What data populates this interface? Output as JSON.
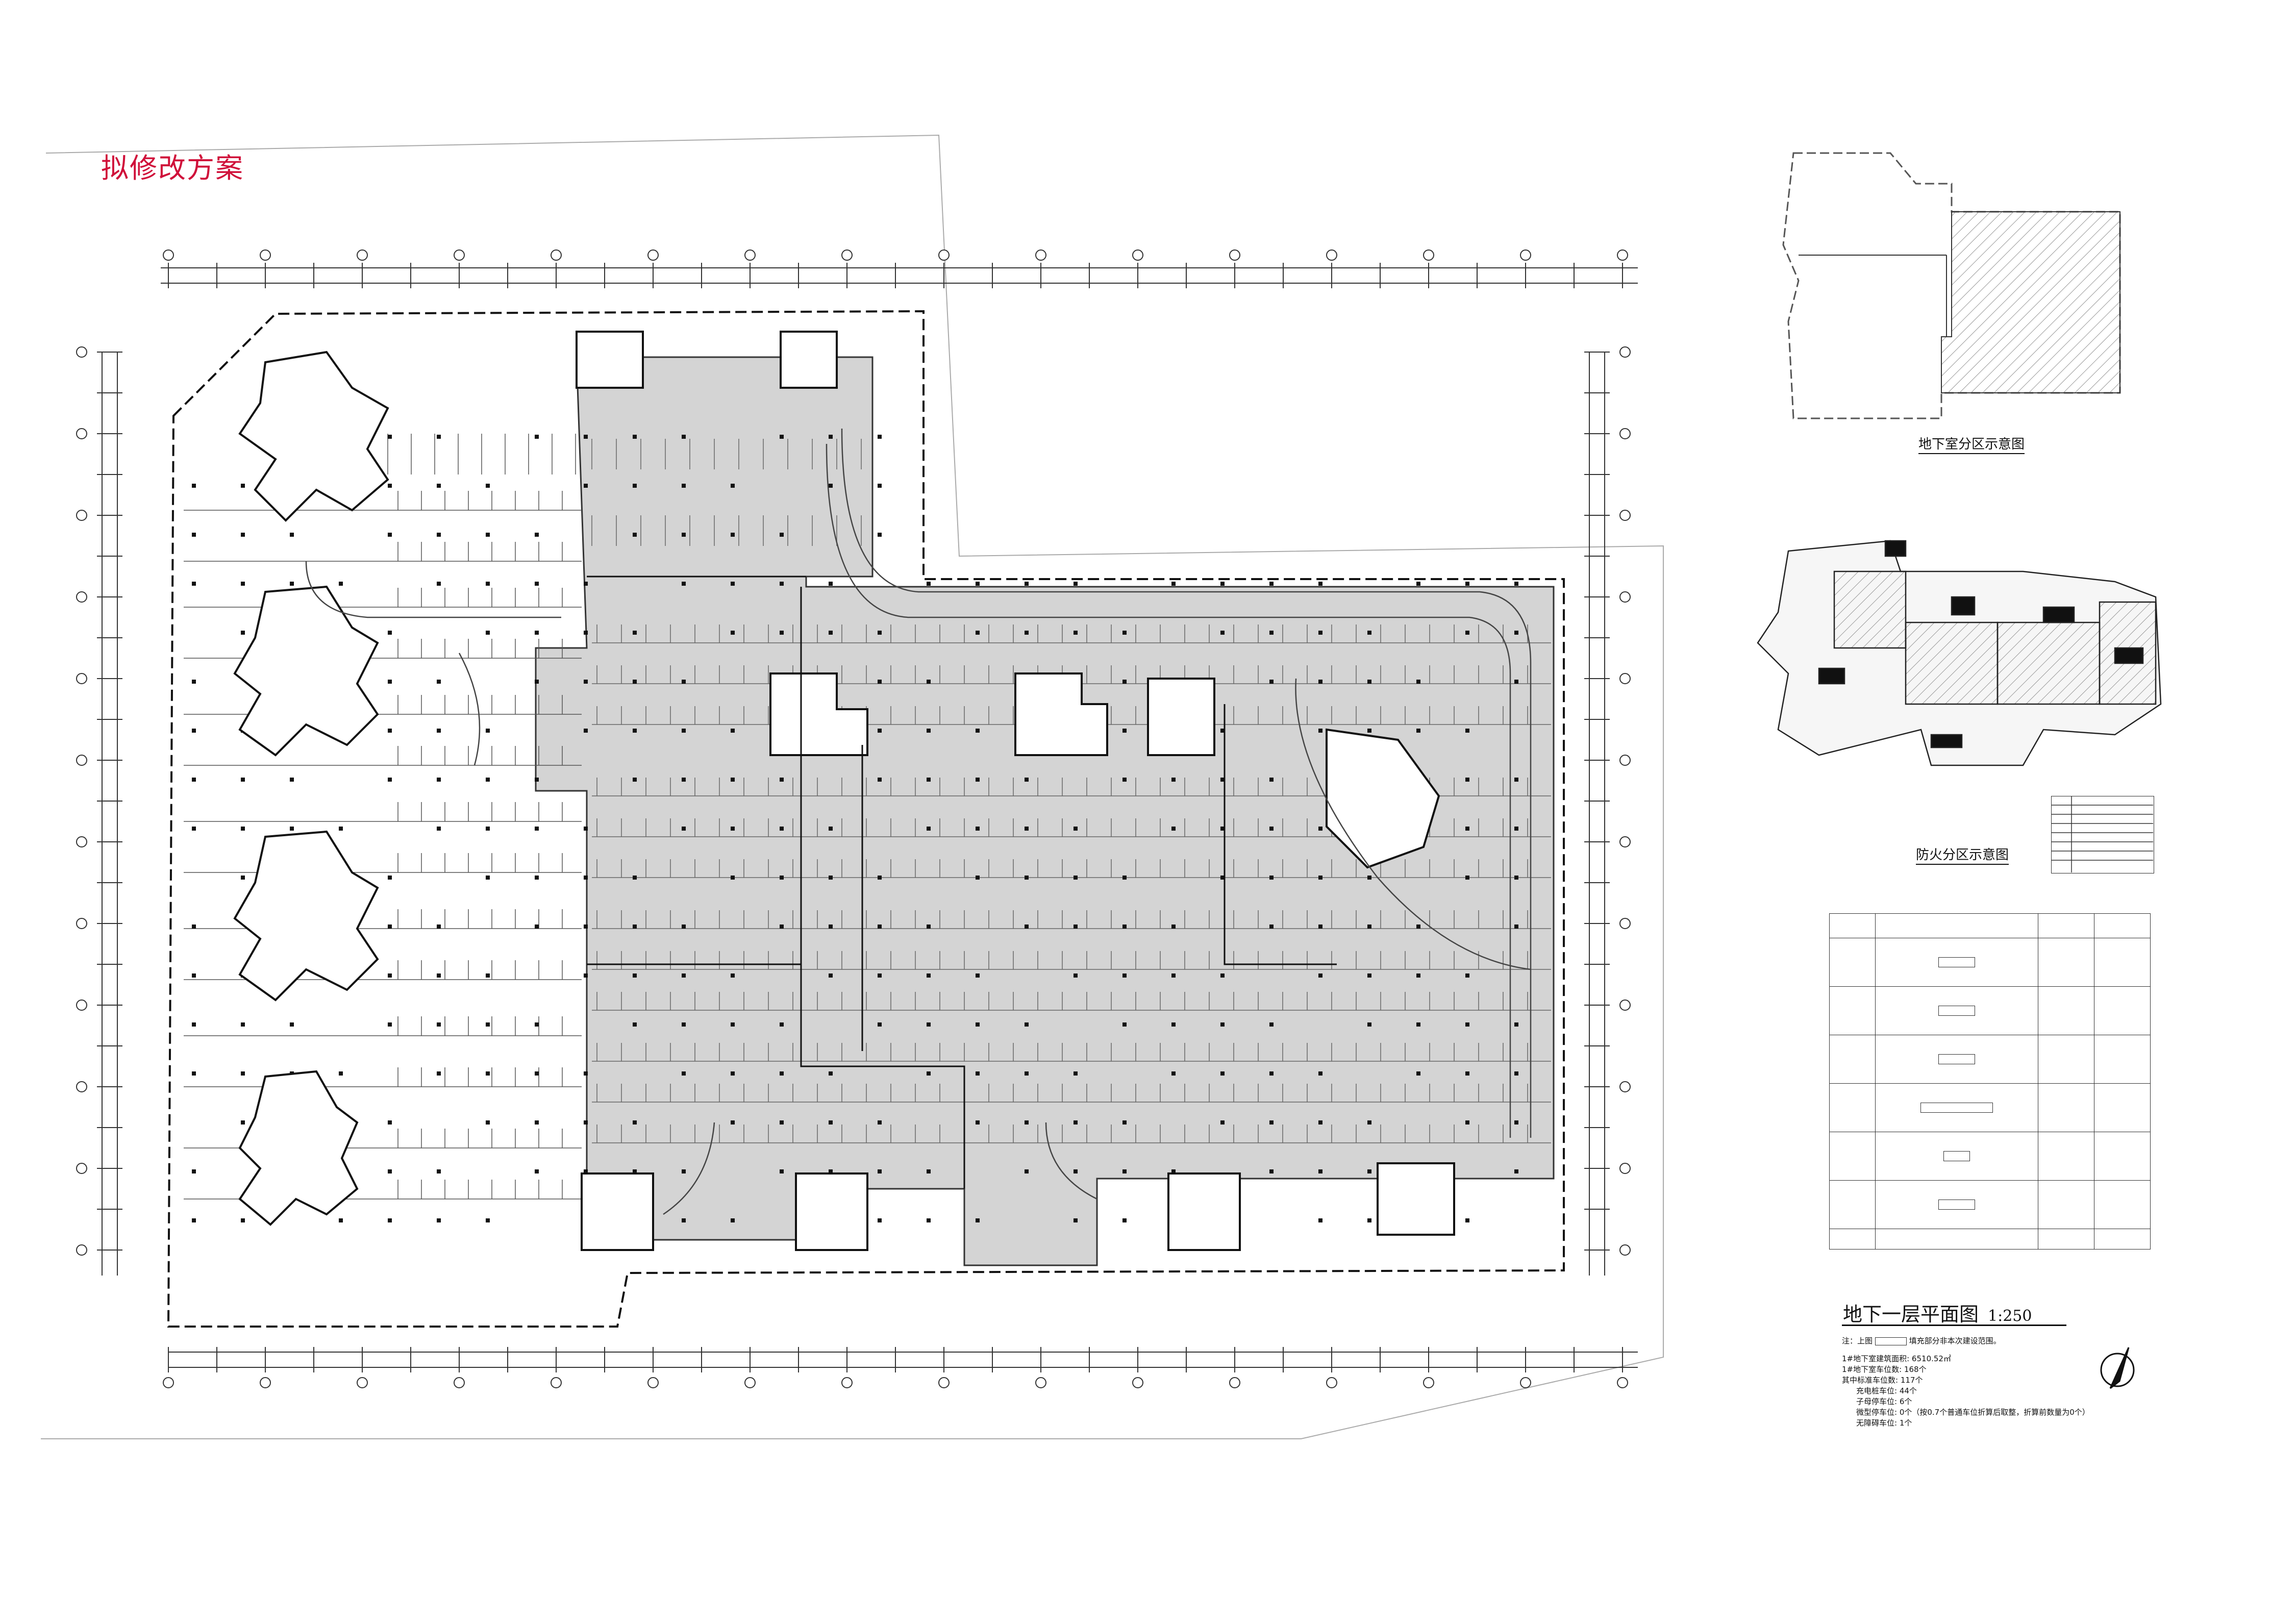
{
  "header": {
    "revision_note": "拟修改方案"
  },
  "captions": {
    "zoning_diagram": "地下室分区示意图",
    "fire_zoning_diagram": "防火分区示意图"
  },
  "drawing": {
    "title": "地下一层平面图",
    "scale": "1:250"
  },
  "notes": {
    "label": "注：上图",
    "text": "填充部分非本次建设范围。",
    "lines": [
      "1#地下室建筑面积: 6510.52㎡",
      "1#地下室车位数: 168个",
      "其中标准车位数: 117个",
      "充电桩车位: 44个",
      "子母停车位: 6个",
      "微型停车位: 0个（按0.7个普通车位折算后取整，折算前数量为0个）",
      "无障碍车位: 1个"
    ]
  },
  "colors": {
    "accent_red": "#d0103a",
    "gray_fill": "#d4d4d4",
    "line": "#222222"
  }
}
